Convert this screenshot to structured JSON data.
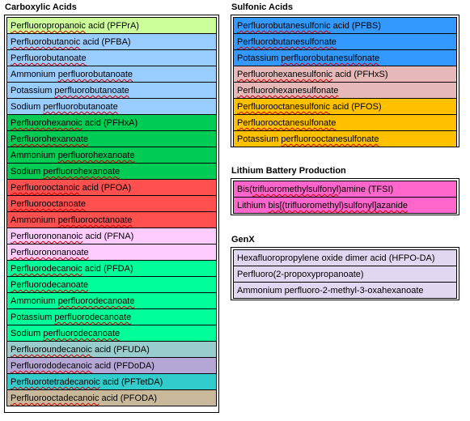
{
  "colors": {
    "c3": "#ccff99",
    "c4": "#99ccff",
    "c6": "#00cc55",
    "c8": "#ff5050",
    "c9": "#ffccff",
    "c10": "#00ff99",
    "c11": "#99cccc",
    "c12": "#b4a7d6",
    "c13": "#33cccc",
    "c14": "#c9b99a",
    "f4": "#3399ff",
    "f6": "#e6b8b7",
    "f8": "#ffc000",
    "li": "#ff66cc",
    "gx": "#e0d8f0"
  },
  "carboxylic": {
    "title": "Carboxylic Acids",
    "rows": [
      {
        "pre": "",
        "sq": "Perfluoropropanoic",
        "post": " acid (PFPrA)",
        "color": "#ccff99"
      },
      {
        "pre": "",
        "sq": "Perfluorobutanoic",
        "post": " acid (PFBA)",
        "color": "#99ccff"
      },
      {
        "pre": "",
        "sq": "Perfluorobutanoate",
        "post": "",
        "color": "#99ccff"
      },
      {
        "pre": "Ammonium ",
        "sq": "perfluorobutanoate",
        "post": "",
        "color": "#99ccff"
      },
      {
        "pre": "Potassium ",
        "sq": "perfluorobutanoate",
        "post": "",
        "color": "#99ccff"
      },
      {
        "pre": "Sodium ",
        "sq": "perfluorobutanoate",
        "post": "",
        "color": "#99ccff"
      },
      {
        "pre": "",
        "sq": "Perfluorohexanoic",
        "post": " acid (PFHxA)",
        "color": "#00cc55"
      },
      {
        "pre": "",
        "sq": "Perfluorohexanoate",
        "post": "",
        "color": "#00cc55"
      },
      {
        "pre": "Ammonium ",
        "sq": "perfluorohexanoate",
        "post": "",
        "color": "#00cc55"
      },
      {
        "pre": "Sodium ",
        "sq": "perfluorohexanoate",
        "post": "",
        "color": "#00cc55"
      },
      {
        "pre": "",
        "sq": "Perfluorooctanoic",
        "post": " acid (PFOA)",
        "color": "#ff5050"
      },
      {
        "pre": "",
        "sq": "Perfluorooctanoate",
        "post": "",
        "color": "#ff5050"
      },
      {
        "pre": "Ammonium ",
        "sq": "perfluorooctanoate",
        "post": "",
        "color": "#ff5050"
      },
      {
        "pre": "",
        "sq": "Perfluorononanoic",
        "post": " acid (PFNA)",
        "color": "#ffccff"
      },
      {
        "pre": "",
        "sq": "Perfluorononanoate",
        "post": "",
        "color": "#ffccff"
      },
      {
        "pre": "",
        "sq": "Perfluorodecanoic",
        "post": " acid (PFDA)",
        "color": "#00ff99"
      },
      {
        "pre": "",
        "sq": "Perfluorodecanoate",
        "post": "",
        "color": "#00ff99"
      },
      {
        "pre": "Ammonium ",
        "sq": "perfluorodecanoate",
        "post": "",
        "color": "#00ff99"
      },
      {
        "pre": "Potassium ",
        "sq": "perfluorodecanoate",
        "post": "",
        "color": "#00ff99"
      },
      {
        "pre": "Sodium ",
        "sq": "perfluorodecanoate",
        "post": "",
        "color": "#00ff99"
      },
      {
        "pre": "",
        "sq": "Perfluoroundecanoic",
        "post": " acid (PFUDA)",
        "color": "#99cccc"
      },
      {
        "pre": "",
        "sq": "Perfluorododecanoic",
        "post": " acid (PFDoDA)",
        "color": "#b4a7d6"
      },
      {
        "pre": "",
        "sq": "Perfluorotetradecanoic",
        "post": " acid (PFTetDA)",
        "color": "#33cccc"
      },
      {
        "pre": "",
        "sq": "Perfluorooctadecanoic",
        "post": " acid (PFODA)",
        "color": "#c9b99a"
      }
    ]
  },
  "sulfonic": {
    "title": "Sulfonic Acids",
    "rows": [
      {
        "pre": "",
        "sq": "Perfluorobutanesulfonic",
        "post": " acid (PFBS)",
        "color": "#3399ff"
      },
      {
        "pre": "",
        "sq": "Perfluorobutanesulfonate",
        "post": "",
        "color": "#3399ff"
      },
      {
        "pre": "Potassium ",
        "sq": "perfluorobutanesulfonate",
        "post": "",
        "color": "#3399ff"
      },
      {
        "pre": "",
        "sq": "Perfluorohexanesulfonic",
        "post": " acid (PFHxS)",
        "color": "#e6b8b7"
      },
      {
        "pre": "",
        "sq": "Perfluorohexanesulfonate",
        "post": "",
        "color": "#e6b8b7"
      },
      {
        "pre": "",
        "sq": "Perfluorooctanesulfonic",
        "post": " acid (PFOS)",
        "color": "#ffc000"
      },
      {
        "pre": "",
        "sq": "Perfluorooctanesulfonate",
        "post": "",
        "color": "#ffc000"
      },
      {
        "pre": "Potassium ",
        "sq": "perfluorooctanesulfonate",
        "post": "",
        "color": "#ffc000"
      }
    ]
  },
  "lithium": {
    "title": "Lithium Battery Production",
    "rows": [
      {
        "pre": "Bis(",
        "sq": "trifluoromethylsulfonyl",
        "post": ")amine (TFSI)",
        "color": "#ff66cc"
      },
      {
        "pre": "Lithium ",
        "sq": "bis[(trifluoromethyl)sulfonyl]azanide",
        "post": "",
        "color": "#ff66cc"
      }
    ]
  },
  "genx": {
    "title": "GenX",
    "rows": [
      {
        "pre": "Hexafluoropropylene oxide dimer acid (HFPO-DA)",
        "sq": "",
        "post": "",
        "color": "#e0d8f0"
      },
      {
        "pre": "Perfluoro(2-propoxypropanoate)",
        "sq": "",
        "post": "",
        "color": "#e0d8f0"
      },
      {
        "pre": "Ammonium perfluoro-2-methyl-3-oxahexanoate",
        "sq": "",
        "post": "",
        "color": "#e0d8f0"
      }
    ]
  }
}
